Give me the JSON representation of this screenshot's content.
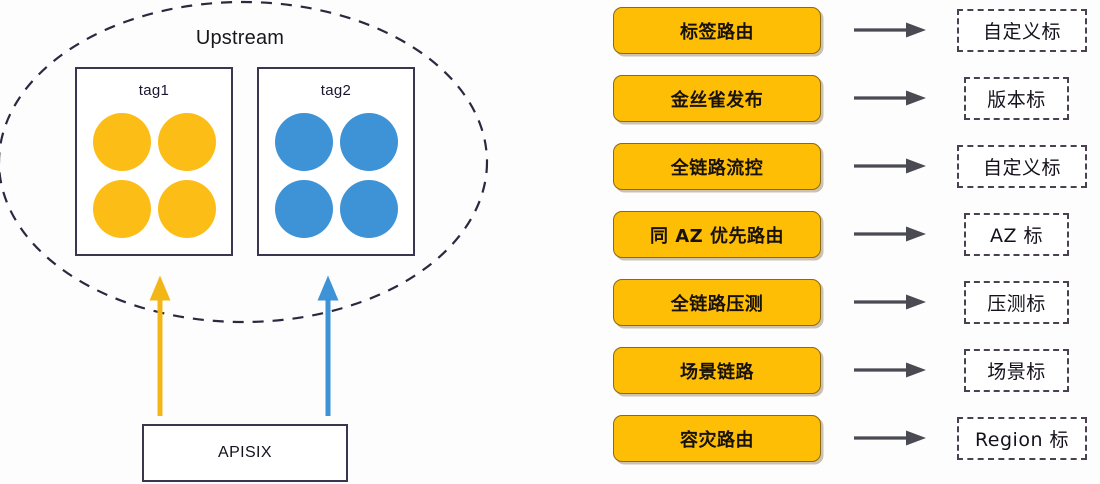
{
  "left": {
    "upstream_label": "Upstream",
    "groups": [
      {
        "label": "tag1",
        "color": "#fcbd17",
        "dot_count": 4,
        "dot_color_name": "yellow"
      },
      {
        "label": "tag2",
        "color": "#3d93d6",
        "dot_count": 4,
        "dot_color_name": "blue"
      }
    ],
    "gateway_label": "APISIX",
    "arrows": [
      {
        "name": "yellow-route-arrow",
        "color": "#f2b617"
      },
      {
        "name": "blue-route-arrow",
        "color": "#3d93d6"
      }
    ]
  },
  "right": {
    "arrow_icon": "right-arrow-icon",
    "rows": [
      {
        "feature": "标签路由",
        "tag": "自定义标",
        "width": "wide"
      },
      {
        "feature": "金丝雀发布",
        "tag": "版本标",
        "width": "narrow"
      },
      {
        "feature": "全链路流控",
        "tag": "自定义标",
        "width": "wide"
      },
      {
        "feature": "同 AZ 优先路由",
        "tag": "AZ 标",
        "width": "narrow"
      },
      {
        "feature": "全链路压测",
        "tag": "压测标",
        "width": "narrow"
      },
      {
        "feature": "场景链路",
        "tag": "场景标",
        "width": "narrow"
      },
      {
        "feature": "容灾路由",
        "tag": "Region 标",
        "width": "wide"
      }
    ]
  },
  "colors": {
    "chip_yellow": "#fdbe05",
    "dot_yellow": "#fcbd17",
    "dot_blue": "#3d93d6",
    "outline": "#3b3550",
    "arrow_gray": "#4a4a52"
  }
}
